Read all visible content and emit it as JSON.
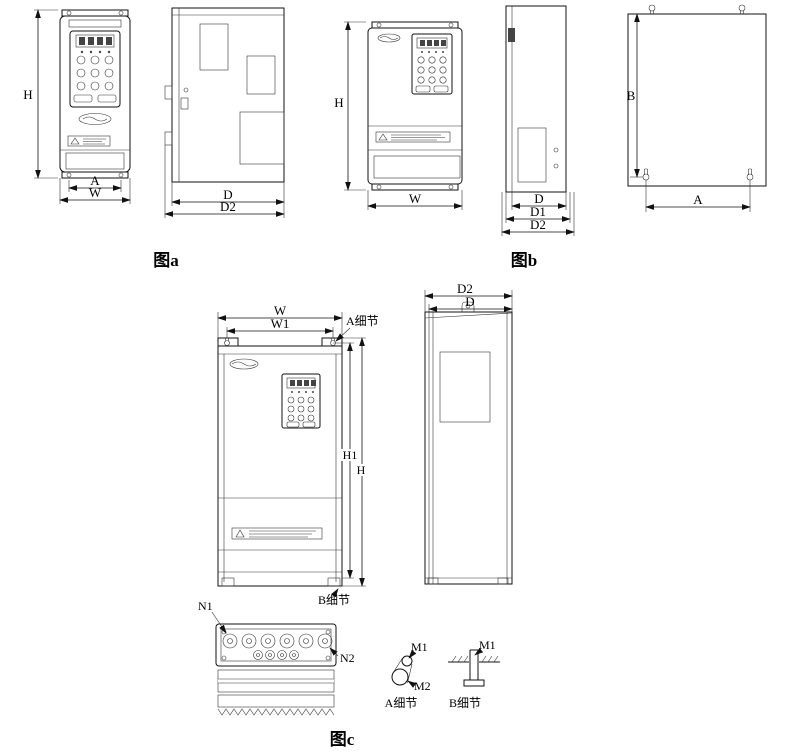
{
  "figure_a": {
    "caption": "图a",
    "dim_h": "H",
    "dim_a": "A",
    "dim_w": "W",
    "dim_d": "D",
    "dim_d2": "D2"
  },
  "figure_b": {
    "caption": "图b",
    "dim_h": "H",
    "dim_w": "W",
    "dim_d": "D",
    "dim_d1": "D1",
    "dim_d2": "D2",
    "dim_b": "B",
    "dim_a": "A"
  },
  "figure_c": {
    "caption": "图c",
    "dim_w": "W",
    "dim_w1": "W1",
    "dim_h": "H",
    "dim_h1": "H1",
    "dim_d": "D",
    "dim_d2": "D2",
    "detail_a_callout": "A细节",
    "detail_b_callout": "B细节",
    "label_n1": "N1",
    "label_n2": "N2",
    "detail_a": {
      "label_m1": "M1",
      "label_m2": "M2",
      "caption": "A细节"
    },
    "detail_b": {
      "label_m1": "M1",
      "caption": "B细节"
    }
  }
}
